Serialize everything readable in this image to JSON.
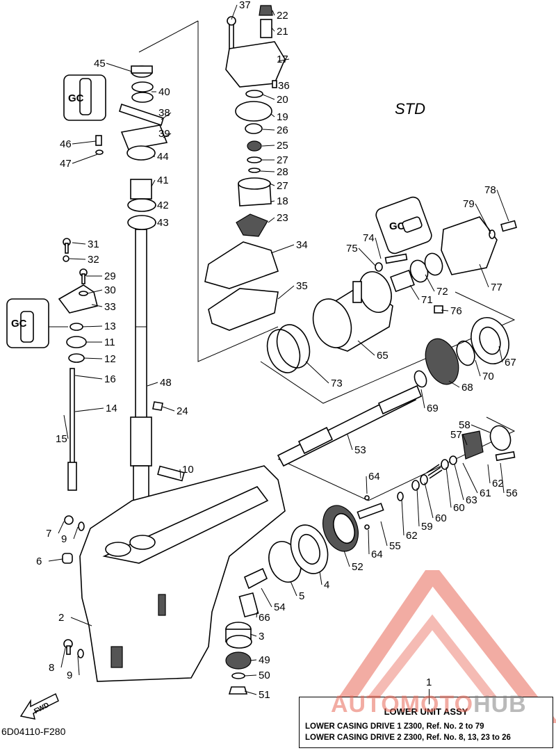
{
  "header": {
    "variant": "STD"
  },
  "footer": {
    "figure_code": "6D04110-F280"
  },
  "fwd_label": "FWD",
  "note": {
    "ref_number": "1",
    "title": "LOWER UNIT ASSY",
    "lines": [
      "LOWER CASING DRIVE 1 Z300,  Ref. No. 2 to 79",
      "LOWER CASING DRIVE 2 Z300,  Ref. No. 8, 13, 23 to 26"
    ]
  },
  "watermark": {
    "part1": "AUTOMOTO",
    "part2": "HUB",
    "brand_color": "#e86858"
  },
  "callouts": [
    {
      "n": "37"
    },
    {
      "n": "22"
    },
    {
      "n": "21"
    },
    {
      "n": "17"
    },
    {
      "n": "45"
    },
    {
      "n": "40"
    },
    {
      "n": "36"
    },
    {
      "n": "20"
    },
    {
      "n": "19"
    },
    {
      "n": "38"
    },
    {
      "n": "39"
    },
    {
      "n": "26"
    },
    {
      "n": "46"
    },
    {
      "n": "47"
    },
    {
      "n": "44"
    },
    {
      "n": "25"
    },
    {
      "n": "27"
    },
    {
      "n": "28"
    },
    {
      "n": "27"
    },
    {
      "n": "41"
    },
    {
      "n": "18"
    },
    {
      "n": "42"
    },
    {
      "n": "43"
    },
    {
      "n": "23"
    },
    {
      "n": "31"
    },
    {
      "n": "32"
    },
    {
      "n": "34"
    },
    {
      "n": "29"
    },
    {
      "n": "30"
    },
    {
      "n": "33"
    },
    {
      "n": "35"
    },
    {
      "n": "13"
    },
    {
      "n": "11"
    },
    {
      "n": "12"
    },
    {
      "n": "16"
    },
    {
      "n": "48"
    },
    {
      "n": "24"
    },
    {
      "n": "14"
    },
    {
      "n": "15"
    },
    {
      "n": "10"
    },
    {
      "n": "7"
    },
    {
      "n": "9"
    },
    {
      "n": "6"
    },
    {
      "n": "2"
    },
    {
      "n": "8"
    },
    {
      "n": "9"
    },
    {
      "n": "3"
    },
    {
      "n": "66"
    },
    {
      "n": "54"
    },
    {
      "n": "49"
    },
    {
      "n": "50"
    },
    {
      "n": "51"
    },
    {
      "n": "5"
    },
    {
      "n": "4"
    },
    {
      "n": "52"
    },
    {
      "n": "64"
    },
    {
      "n": "64"
    },
    {
      "n": "55"
    },
    {
      "n": "62"
    },
    {
      "n": "59"
    },
    {
      "n": "60"
    },
    {
      "n": "60"
    },
    {
      "n": "63"
    },
    {
      "n": "61"
    },
    {
      "n": "62"
    },
    {
      "n": "56"
    },
    {
      "n": "57"
    },
    {
      "n": "58"
    },
    {
      "n": "53"
    },
    {
      "n": "69"
    },
    {
      "n": "68"
    },
    {
      "n": "70"
    },
    {
      "n": "67"
    },
    {
      "n": "73"
    },
    {
      "n": "65"
    },
    {
      "n": "76"
    },
    {
      "n": "71"
    },
    {
      "n": "72"
    },
    {
      "n": "74"
    },
    {
      "n": "75"
    },
    {
      "n": "79"
    },
    {
      "n": "78"
    },
    {
      "n": "77"
    }
  ]
}
